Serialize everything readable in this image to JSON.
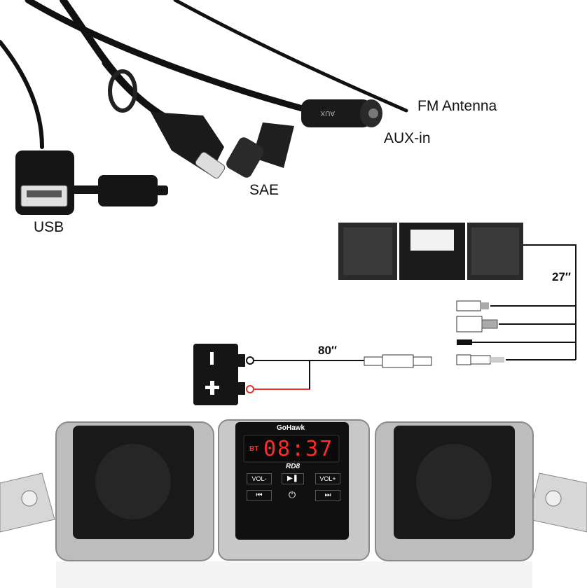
{
  "labels": {
    "fm_antenna": "FM Antenna",
    "aux_in": "AUX-in",
    "sae": "SAE",
    "usb": "USB",
    "length_speaker_cable": "27″",
    "length_power_cable": "80″"
  },
  "device": {
    "brand": "GoHawk",
    "model": "RD8",
    "bt_indicator": "BT",
    "clock": "08:37",
    "vol_down": "VOL-",
    "vol_up": "VOL+",
    "play_pause_icon": "play-pause-icon",
    "prev_icon": "previous-track-icon",
    "next_icon": "next-track-icon",
    "power_icon": "power-icon"
  },
  "battery": {
    "negative": "−",
    "positive": "+"
  },
  "colors": {
    "display_red": "#ff2b2b",
    "chrome": "#c9c9c9",
    "dark": "#1b1b1b"
  }
}
